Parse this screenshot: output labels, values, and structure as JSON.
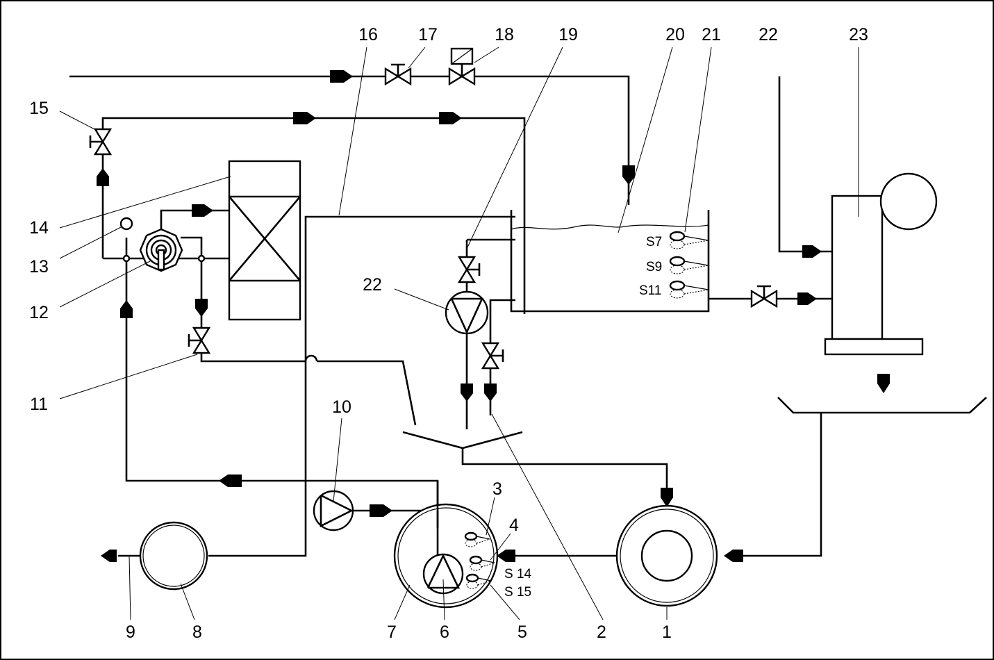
{
  "callouts": {
    "n1": "1",
    "n2": "2",
    "n3": "3",
    "n4": "4",
    "n5": "5",
    "n6": "6",
    "n7": "7",
    "n8": "8",
    "n9": "9",
    "n10": "10",
    "n11": "11",
    "n12": "12",
    "n13": "13",
    "n14": "14",
    "n15": "15",
    "n16": "16",
    "n17": "17",
    "n18": "18",
    "n19": "19",
    "n20": "20",
    "n21": "21",
    "n22_top": "22",
    "n22_pump": "22",
    "n23": "23"
  },
  "sensors": {
    "s7": "S7",
    "s9": "S9",
    "s11": "S11",
    "s14": "S 14",
    "s15": "S 15"
  }
}
